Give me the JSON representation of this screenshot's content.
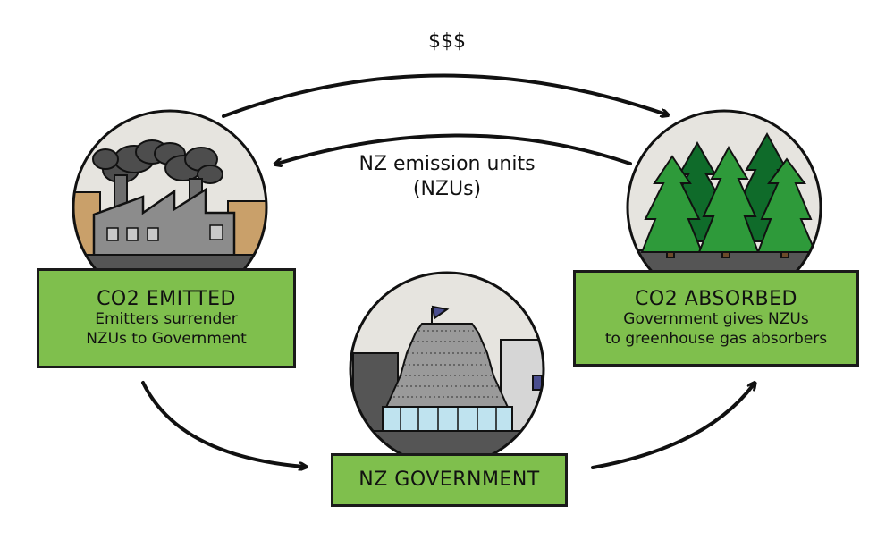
{
  "arrows": {
    "money_label": "$$$",
    "units_label_line1": "NZ emission units",
    "units_label_line2": "(NZUs)"
  },
  "emitted": {
    "title": "CO2 EMITTED",
    "line1": "Emitters surrender",
    "line2": "NZUs to Government"
  },
  "absorbed": {
    "title": "CO2 ABSORBED",
    "line1": "Government gives NZUs",
    "line2": "to greenhouse gas absorbers"
  },
  "government": {
    "title": "NZ GOVERNMENT"
  },
  "colors": {
    "box_green": "#7fbf4d",
    "outline": "#1a1a1a",
    "factory_smoke": "#555555",
    "tree_green": "#2e9a3a",
    "tree_dark": "#0f6b2a",
    "brick": "#c9a06a",
    "flag": "#4a4e8f"
  },
  "icons": [
    "factory-icon",
    "forest-icon",
    "beehive-building-icon",
    "arrow-icon"
  ]
}
